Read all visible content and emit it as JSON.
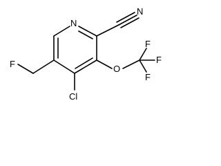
{
  "molecule": {
    "atoms": {
      "ring_nitrogen": "N",
      "nitrile_nitrogen": "N",
      "fluoromethyl_fluorine": "F",
      "chlorine": "Cl",
      "ether_oxygen": "O",
      "cf3_fluorine_top": "F",
      "cf3_fluorine_right": "F",
      "cf3_fluorine_bottom": "F"
    }
  },
  "colors": {
    "background": "#ffffff",
    "ink": "#000000"
  }
}
